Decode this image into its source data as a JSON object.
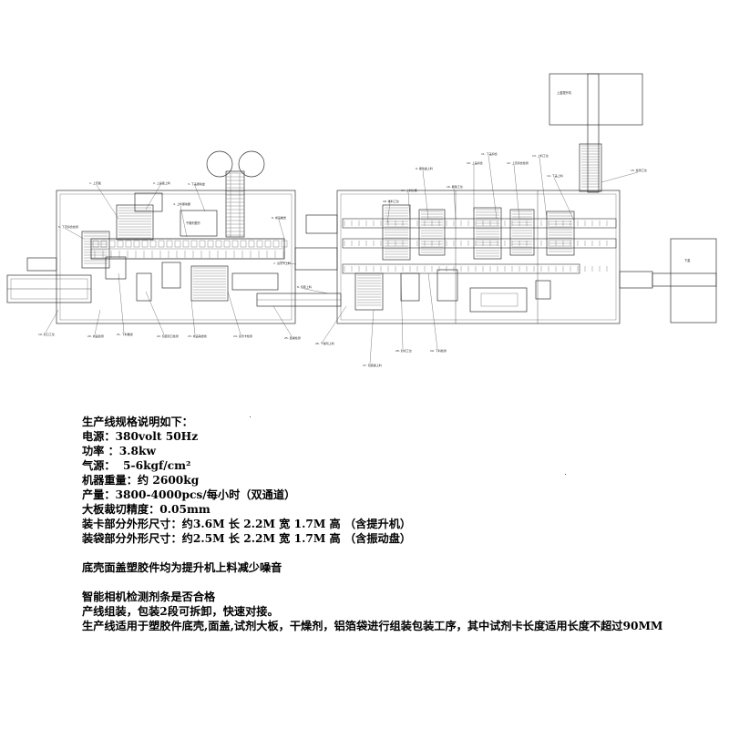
{
  "drawing": {
    "callouts_left": [
      "1. 上壳板",
      "2. 上盖板上料",
      "3. 下盖振动盘",
      "4. 上料振动器",
      "5. 下壳扣合检测",
      "6. 成品推送",
      "7. 试剂卡上料",
      "8. 包装上料"
    ],
    "callouts_top": [
      "9. 振动盘上料",
      "10. 上盖扣合",
      "11. 下盖扣合",
      "12. 上壳扣合检测",
      "13. 上料工位",
      "14. 下盖上料",
      "15. 检测工位",
      "16. 剔除工位",
      "17. 上料分拣",
      "18. 推料工位"
    ],
    "callouts_bottom": [
      "19. 封口工位",
      "20. 成品检测",
      "21. 下料推送",
      "22. 包装封口检测",
      "23. 成品输送线",
      "24. 试剂卡检测",
      "25. 装袋检测",
      "26. 干燥剂上料",
      "27. 包装袋上料",
      "28. 封切工位",
      "29. 下料检测"
    ],
    "box_center": "干燥剂提升",
    "box_top_right": "上盖提升机",
    "box_right": "下盖"
  },
  "spec": {
    "title": "生产线规格说明如下：",
    "power_supply": "电源：380volt 50Hz",
    "power": "功率 ：3.8kw",
    "air": "气源：  5-6kgf/cm²",
    "weight": "机器重量：约 2600kg",
    "output": "产量：3800-4000pcs/每小时（双通道）",
    "cut_precision": "大板裁切精度：0.05mm",
    "card_dims": "装卡部分外形尺寸：约3.6M 长 2.2M 宽 1.7M 高 （含提升机）",
    "bag_dims": "装袋部分外形尺寸：约2.5M 长 2.2M 宽 1.7M 高 （含振动盘）",
    "note1": "底壳面盖塑胶件均为提升机上料减少噪音",
    "note2": "智能相机检测剂条是否合格",
    "note3": "产线组装，包装2段可拆卸，快速对接。",
    "note4": "生产线适用于塑胶件底壳,面盖,试剂大板，干燥剂，铝箔袋进行组装包装工序，其中试剂卡长度适用长度不超过90MM"
  }
}
